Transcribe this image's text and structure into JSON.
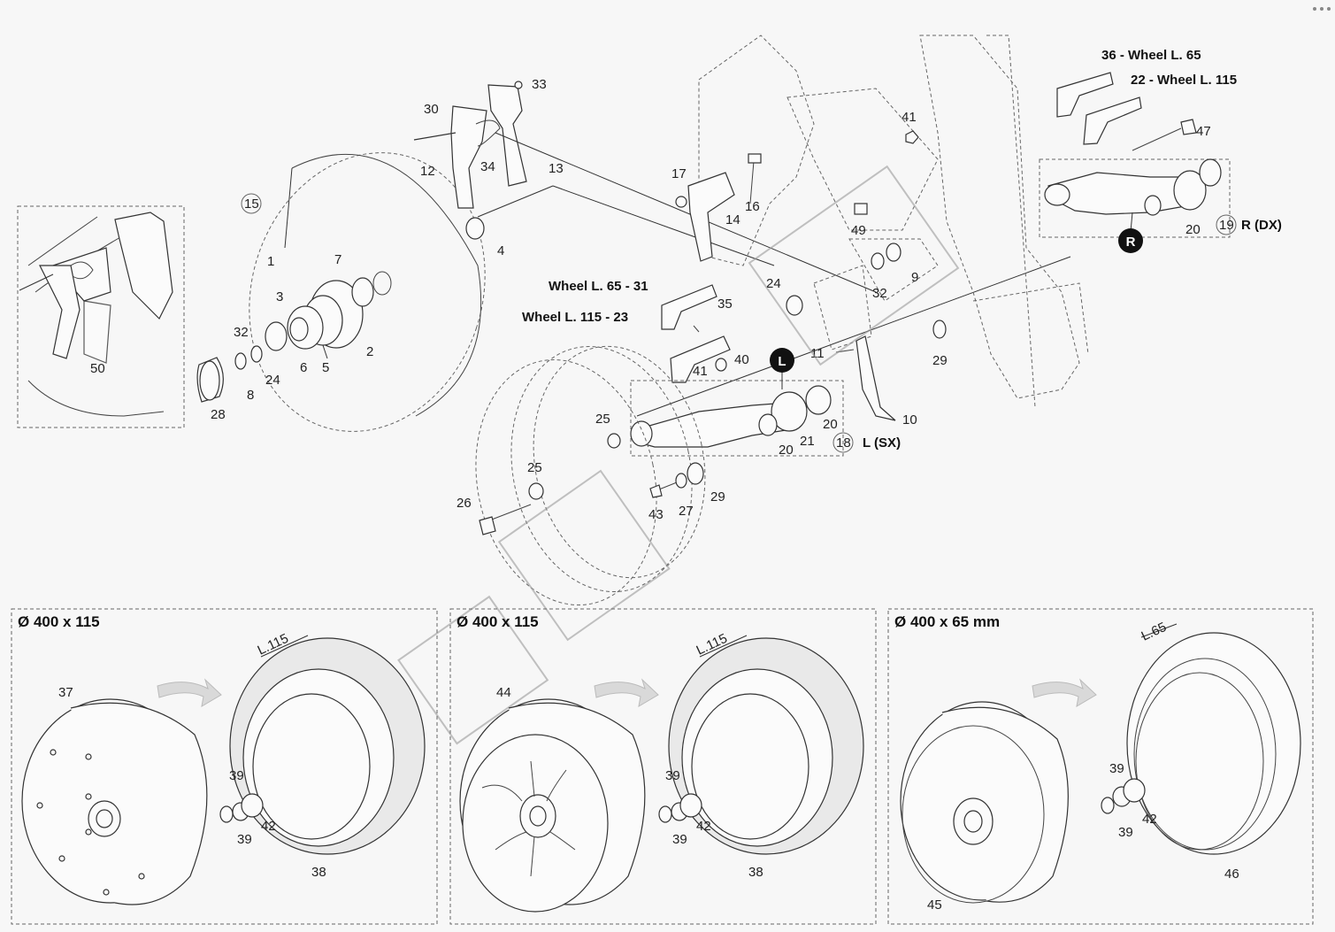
{
  "wheel_labels": {
    "right_65": "36 - Wheel L. 65",
    "right_115": "22 - Wheel L. 115",
    "left_65": "Wheel L. 65 - 31",
    "left_115": "Wheel L. 115 - 23",
    "right_side": "R (DX)",
    "left_side": "L (SX)",
    "badge_R": "R",
    "badge_L": "L"
  },
  "part_numbers": {
    "p1": "1",
    "p2": "2",
    "p3": "3",
    "p4": "4",
    "p5": "5",
    "p6": "6",
    "p7": "7",
    "p8": "8",
    "p9": "9",
    "p10": "10",
    "p11": "11",
    "p12": "12",
    "p13": "13",
    "p14": "14",
    "p15": "15",
    "p16": "16",
    "p17": "17",
    "p18": "18",
    "p19": "19",
    "p20a": "20",
    "p20b": "20",
    "p20c": "20",
    "p21": "21",
    "p24a": "24",
    "p24b": "24",
    "p25a": "25",
    "p25b": "25",
    "p26": "26",
    "p27": "27",
    "p28": "28",
    "p29a": "29",
    "p29b": "29",
    "p30": "30",
    "p32a": "32",
    "p32b": "32",
    "p33": "33",
    "p34": "34",
    "p35": "35",
    "p40": "40",
    "p41a": "41",
    "p41b": "41",
    "p43": "43",
    "p47": "47",
    "p49": "49",
    "p50": "50"
  },
  "panels": [
    {
      "title": "Ø 400 x 115",
      "wheel": "37",
      "tire": "38",
      "bush": "39",
      "bush2": "39",
      "bearing": "42",
      "dim": "L.115"
    },
    {
      "title": "Ø 400 x 115",
      "wheel": "44",
      "tire": "38",
      "bush": "39",
      "bush2": "39",
      "bearing": "42",
      "dim": "L.115"
    },
    {
      "title": "Ø 400 x 65 mm",
      "wheel": "45",
      "tire": "46",
      "bush": "39",
      "bush2": "39",
      "bearing": "42",
      "dim": "L.65"
    }
  ]
}
